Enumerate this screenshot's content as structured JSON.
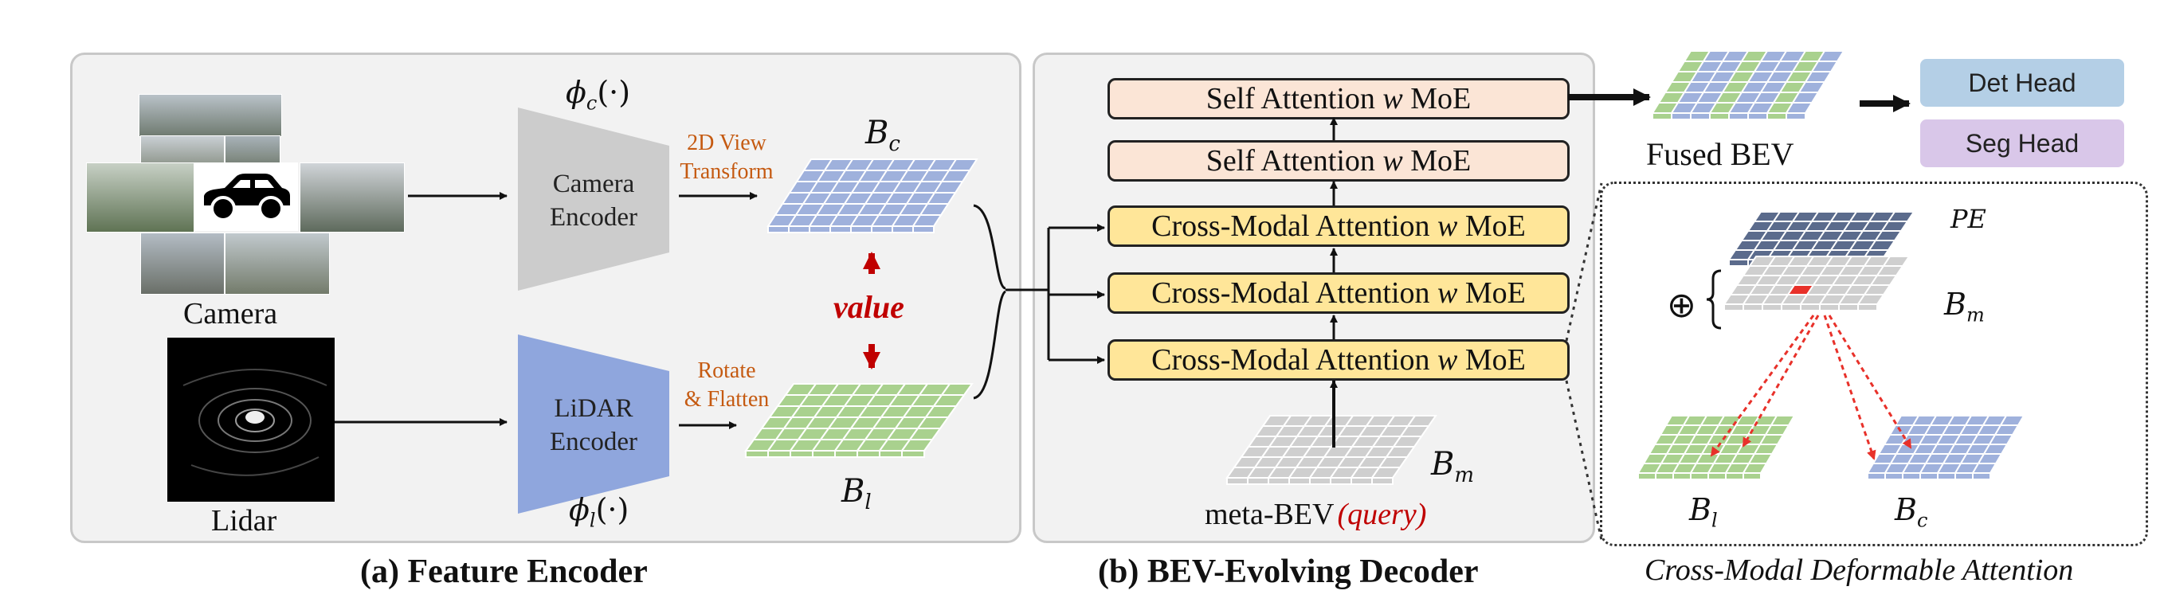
{
  "panels": {
    "feature_encoder_caption": "(a) Feature Encoder",
    "decoder_caption": "(b) BEV-Evolving Decoder",
    "deformable_caption": "Cross-Modal Deformable Attention"
  },
  "encoder": {
    "camera_label": "Camera",
    "lidar_label": "Lidar",
    "camera_encoder": [
      "Camera",
      "Encoder"
    ],
    "lidar_encoder": [
      "LiDAR",
      "Encoder"
    ],
    "phi_c": "ϕ",
    "phi_c_sub": "c",
    "phi_c_arg": "(·)",
    "phi_l": "ϕ",
    "phi_l_sub": "l",
    "phi_l_arg": "(·)",
    "view_transform": [
      "2D View",
      "Transform"
    ],
    "rotate_flatten": [
      "Rotate",
      "& Flatten"
    ],
    "bc_symbol": "B",
    "bc_sub": "c",
    "bl_symbol": "B",
    "bl_sub": "l",
    "value_label": "value"
  },
  "decoder": {
    "blocks": [
      {
        "pre": "Self Attention ",
        "w": "w",
        "post": " MoE",
        "kind": "self"
      },
      {
        "pre": "Self Attention ",
        "w": "w",
        "post": " MoE",
        "kind": "self"
      },
      {
        "pre": "Cross-Modal Attention ",
        "w": "w",
        "post": " MoE",
        "kind": "cross"
      },
      {
        "pre": "Cross-Modal Attention ",
        "w": "w",
        "post": " MoE",
        "kind": "cross"
      },
      {
        "pre": "Cross-Modal Attention ",
        "w": "w",
        "post": " MoE",
        "kind": "cross"
      }
    ],
    "bm_symbol": "B",
    "bm_sub": "m",
    "meta_bev": "meta-BEV",
    "query": "(query)"
  },
  "output": {
    "fused_bev": "Fused BEV",
    "det_head": "Det Head",
    "seg_head": "Seg Head"
  },
  "deformable": {
    "pe_label": "PE",
    "oplus": "⊕",
    "bm_symbol": "B",
    "bm_sub": "m",
    "bl_symbol": "B",
    "bl_sub": "l",
    "bc_symbol": "B",
    "bc_sub": "c"
  },
  "colors": {
    "camera_grid": "#9fb1dc",
    "lidar_grid": "#a9d18e",
    "meta_grid": "#cfcfcf",
    "pe_grid": "#5b6b8c",
    "highlight": "#e8312a",
    "value_red": "#c00000",
    "self_attn": "#fbe5d6",
    "cross_attn": "#ffe699",
    "det_head": "#b4cfe6",
    "seg_head": "#d9c7e9",
    "camera_encoder": "#cccccc",
    "lidar_encoder": "#8fa6dd"
  }
}
